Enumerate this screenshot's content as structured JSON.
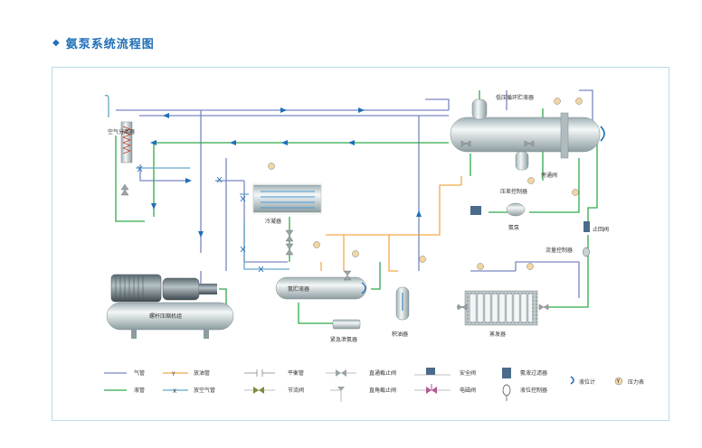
{
  "title": "氨泵系统流程图",
  "colors": {
    "gas": "#7b86c4",
    "liquid": "#2eaa4a",
    "oil": "#f3a94b",
    "vent": "#65a6c9",
    "vessel": "#c8d3d6",
    "frame": "#b9dbe6",
    "title": "#1f6fb8"
  },
  "components": {
    "air_separator": "空气分离器",
    "condenser": "冷凝器",
    "ammonia_receiver": "氨贮液器",
    "screw_unit": "螺杆压缩机组",
    "emergency_drain": "紧急泄氨器",
    "oil_collector": "积油器",
    "lp_receiver": "低压循环贮液器",
    "pressure_valve": "压差控制器",
    "ammonia_pump": "氨泵",
    "bypass_valve": "旁通阀",
    "check_valve": "止回阀",
    "flow_controller": "流量控制器",
    "evaporator": "蒸发器"
  },
  "legend": {
    "gas_pipe": "气管",
    "liquid_pipe": "液管",
    "oil_drain_pipe": "放油管",
    "air_vent_pipe": "放空气管",
    "balance_pipe": "平衡管",
    "throttle_valve": "节流阀",
    "straight_stop_valve": "直通截止阀",
    "angle_stop_valve": "直角截止阀",
    "safety_valve": "安全阀",
    "solenoid_valve": "电磁阀",
    "ammonia_filter": "氨液过滤器",
    "level_controller": "液位控制器",
    "level_gauge": "液位计",
    "pressure_gauge": "压力表"
  }
}
